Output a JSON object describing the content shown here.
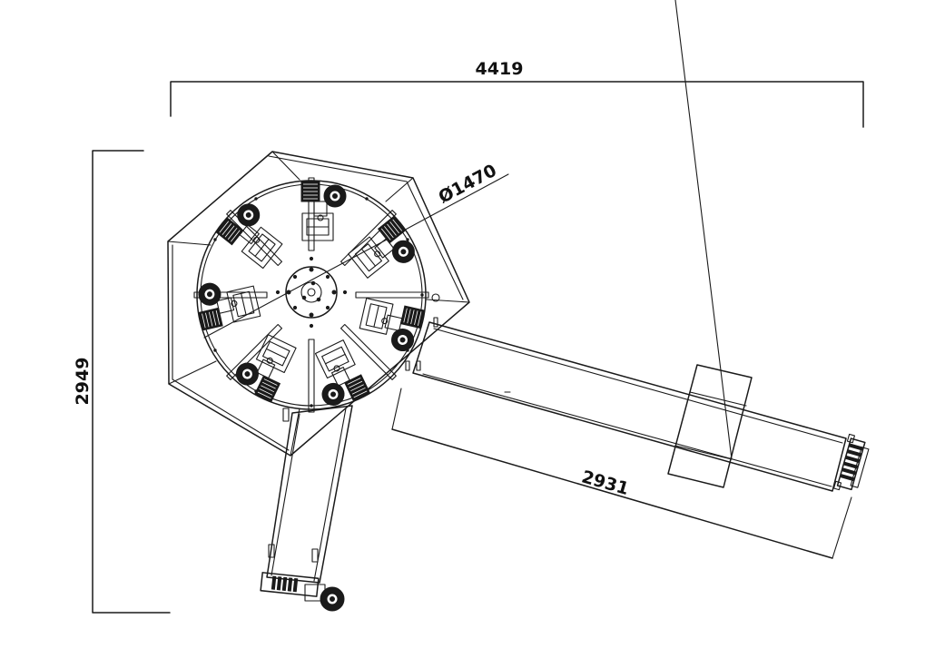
{
  "dimensions": {
    "overall_width": "4419",
    "overall_height": "2949",
    "turntable_diameter": "Ø1470",
    "conveyor_length": "2931"
  },
  "colors": {
    "line": "#1a1a1a",
    "background": "#ffffff"
  }
}
